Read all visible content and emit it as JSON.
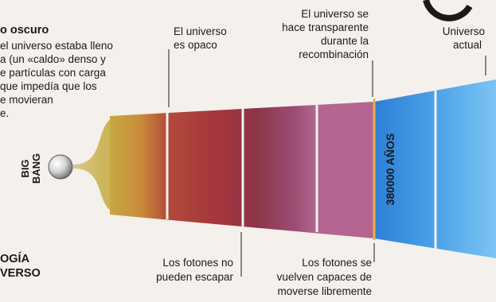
{
  "heading": {
    "title": "o oscuro",
    "lines": [
      "el universo estaba lleno",
      "a (un «caldo» denso y",
      "e partículas con carga",
      "que impedía que los",
      "e movieran",
      "e."
    ]
  },
  "footer_title": {
    "line1": "OGÍA",
    "line2": "VERSO"
  },
  "big_bang": {
    "line1": "BIG",
    "line2": "BANG"
  },
  "labels": {
    "opaque": [
      "El universo",
      "es opaco"
    ],
    "transparent": [
      "El universo se",
      "hace transparente",
      "durante la",
      "recombinación"
    ],
    "current": [
      "Universo",
      "actual"
    ],
    "photons_trapped": [
      "Los fotones no",
      "pueden escapar"
    ],
    "photons_free": [
      "Los fotones se",
      "vuelven capaces de",
      "moverse libremente"
    ]
  },
  "epoch": "380000 AÑOS",
  "colors": {
    "band_yellow": "#c9a43a",
    "band_red": "#a8353a",
    "band_maroon": "#8a3548",
    "band_purple": "#a45a7c",
    "band_blue": "#2e86dc",
    "band_light_blue": "#5ab0ef",
    "recombination_line": "#e8b24a"
  }
}
